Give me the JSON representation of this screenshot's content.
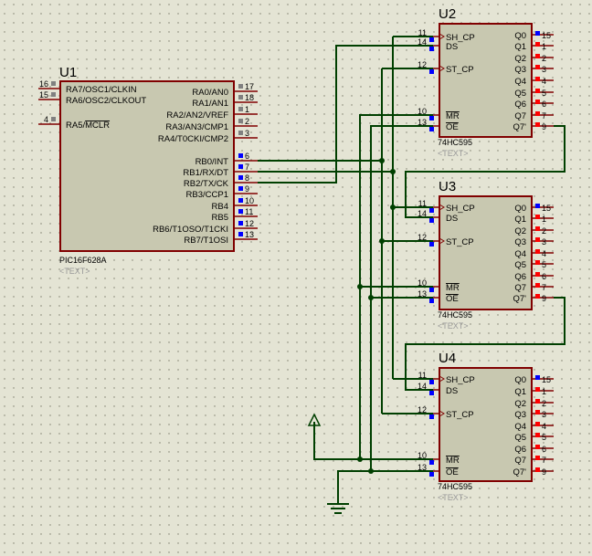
{
  "u1": {
    "ref": "U1",
    "part": "PIC16F628A",
    "text": "<TEXT>",
    "left_pins": [
      {
        "num": "16",
        "label": "RA7/OSC1/CLKIN"
      },
      {
        "num": "15",
        "label": "RA6/OSC2/CLKOUT"
      },
      {
        "num": "4",
        "label": "RA5/MCLR"
      }
    ],
    "right_pins": [
      {
        "num": "17",
        "label": "RA0/AN0"
      },
      {
        "num": "18",
        "label": "RA1/AN1"
      },
      {
        "num": "1",
        "label": "RA2/AN2/VREF"
      },
      {
        "num": "2",
        "label": "RA3/AN3/CMP1"
      },
      {
        "num": "3",
        "label": "RA4/T0CKI/CMP2"
      },
      {
        "num": "6",
        "label": "RB0/INT"
      },
      {
        "num": "7",
        "label": "RB1/RX/DT"
      },
      {
        "num": "8",
        "label": "RB2/TX/CK"
      },
      {
        "num": "9",
        "label": "RB3/CCP1"
      },
      {
        "num": "10",
        "label": "RB4"
      },
      {
        "num": "11",
        "label": "RB5"
      },
      {
        "num": "12",
        "label": "RB6/T1OSO/T1CKI"
      },
      {
        "num": "13",
        "label": "RB7/T1OSI"
      }
    ]
  },
  "shift_registers": [
    {
      "ref": "U2",
      "part": "74HC595",
      "text": "<TEXT>"
    },
    {
      "ref": "U3",
      "part": "74HC595",
      "text": "<TEXT>"
    },
    {
      "ref": "U4",
      "part": "74HC595",
      "text": "<TEXT>"
    }
  ],
  "hc595": {
    "left_pins": [
      {
        "num": "11",
        "label": "SH_CP"
      },
      {
        "num": "14",
        "label": "DS"
      },
      {
        "num": "12",
        "label": "ST_CP"
      },
      {
        "num": "10",
        "label": "MR"
      },
      {
        "num": "13",
        "label": "OE"
      }
    ],
    "right_pins": [
      {
        "num": "15",
        "label": "Q0"
      },
      {
        "num": "1",
        "label": "Q1"
      },
      {
        "num": "2",
        "label": "Q2"
      },
      {
        "num": "3",
        "label": "Q3"
      },
      {
        "num": "4",
        "label": "Q4"
      },
      {
        "num": "5",
        "label": "Q5"
      },
      {
        "num": "6",
        "label": "Q6"
      },
      {
        "num": "7",
        "label": "Q7"
      },
      {
        "num": "9",
        "label": "Q7'"
      }
    ]
  },
  "colors": {
    "background": "#e4e4d4",
    "component_body": "#c8c8b0",
    "component_border": "#800000",
    "wire": "#003f00",
    "pin_red": "#ff0000",
    "pin_blue": "#0000ff",
    "pin_grey": "#808080"
  }
}
